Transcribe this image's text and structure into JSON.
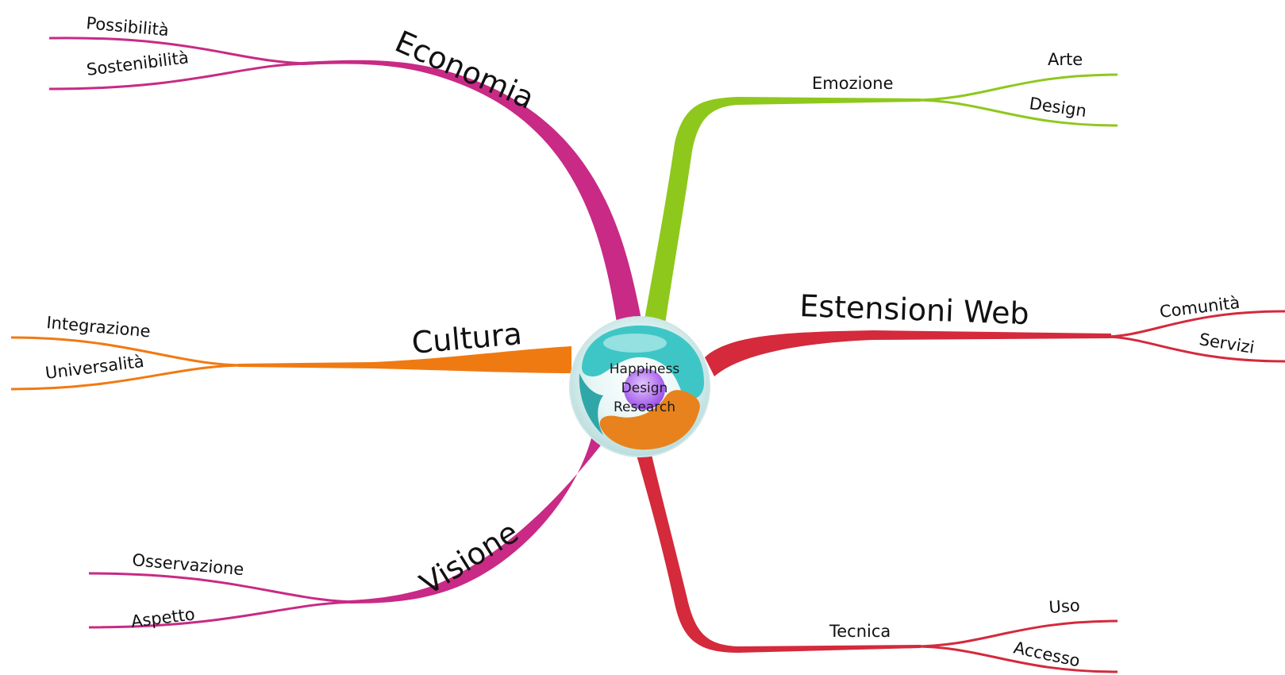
{
  "center": {
    "lines": [
      "Happiness",
      "Design",
      "Research"
    ],
    "colors": {
      "cyan": "#3ec6c6",
      "orange": "#e8821c",
      "purple": "#a45cf0"
    }
  },
  "branches": [
    {
      "id": "economia",
      "label": "Economia",
      "color": "#c82a85",
      "children": [
        {
          "label": "Possibilità"
        },
        {
          "label": "Sostenibilità"
        }
      ]
    },
    {
      "id": "cultura",
      "label": "Cultura",
      "color": "#f07a12",
      "children": [
        {
          "label": "Integrazione"
        },
        {
          "label": "Universalità"
        }
      ]
    },
    {
      "id": "visione",
      "label": "Visione",
      "color": "#c82a85",
      "children": [
        {
          "label": "Osservazione"
        },
        {
          "label": "Aspetto"
        }
      ]
    },
    {
      "id": "emozione",
      "label": "Emozione",
      "color": "#8ec81c",
      "children": [
        {
          "label": "Arte"
        },
        {
          "label": "Design"
        }
      ]
    },
    {
      "id": "estensioni-web",
      "label": "Estensioni Web",
      "color": "#d42a3c",
      "children": [
        {
          "label": "Comunità"
        },
        {
          "label": "Servizi"
        }
      ]
    },
    {
      "id": "tecnica",
      "label": "Tecnica",
      "color": "#d42a3c",
      "children": [
        {
          "label": "Uso"
        },
        {
          "label": "Accesso"
        }
      ]
    }
  ]
}
